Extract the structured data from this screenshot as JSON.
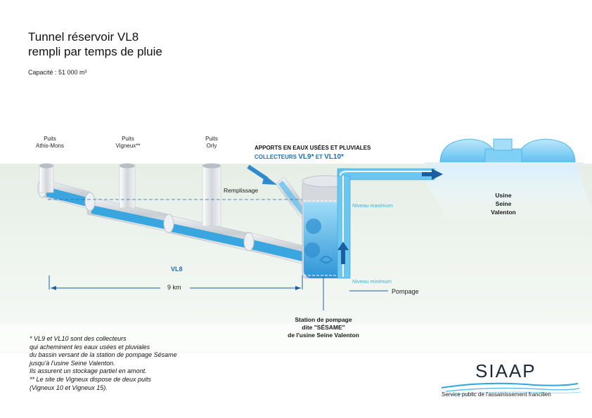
{
  "title": {
    "line1": "Tunnel réservoir VL8",
    "line2": "rempli par temps de pluie"
  },
  "capacity": "Capacité : 51 000 m³",
  "shafts": [
    {
      "line1": "Puits",
      "line2": "Athis-Mons"
    },
    {
      "line1": "Puits",
      "line2": "Vigneux**"
    },
    {
      "line1": "Puits",
      "line2": "Orly"
    }
  ],
  "inflow": {
    "line1": "APPORTS EN EAUX USÉES ET PLUVIALES",
    "line2_prefix": "COLLECTEURS ",
    "vl9": "VL9*",
    "et": " ET ",
    "vl10": "VL10*"
  },
  "labels": {
    "remplissage": "Remplissage",
    "niveau_max": "Niveau maximum",
    "niveau_min": "Niveau minimum",
    "pompage": "Pompage",
    "vl8": "VL8",
    "distance": "9 km"
  },
  "usine": {
    "line1": "Usine",
    "line2": "Seine",
    "line3": "Valenton"
  },
  "station": {
    "line1": "Station de pompage",
    "line2": "dite \"SÉSAME\"",
    "line3": "de l'usine Seine Valenton"
  },
  "notes": [
    "* VL9 et VL10 sont des collecteurs",
    "qui acheminent les eaux usées et pluviales",
    "du bassin versant de la station de pompage Sésame",
    "jusqu'à l'usine Seine Valenton.",
    "Ils assurent un stockage partiel en amont.",
    "** Le site de Vigneux dispose de deux puits",
    "(Vigneux 10 et Vigneux 15)."
  ],
  "logo": {
    "name": "SIAAP",
    "tagline": "Service public de l'assainissement francilien"
  },
  "colors": {
    "ground": "#e8efe8",
    "water": "#3aa6e0",
    "water_light": "#8fd3f5",
    "pipe": "#d7dbe0",
    "accent": "#1f6fb4"
  }
}
